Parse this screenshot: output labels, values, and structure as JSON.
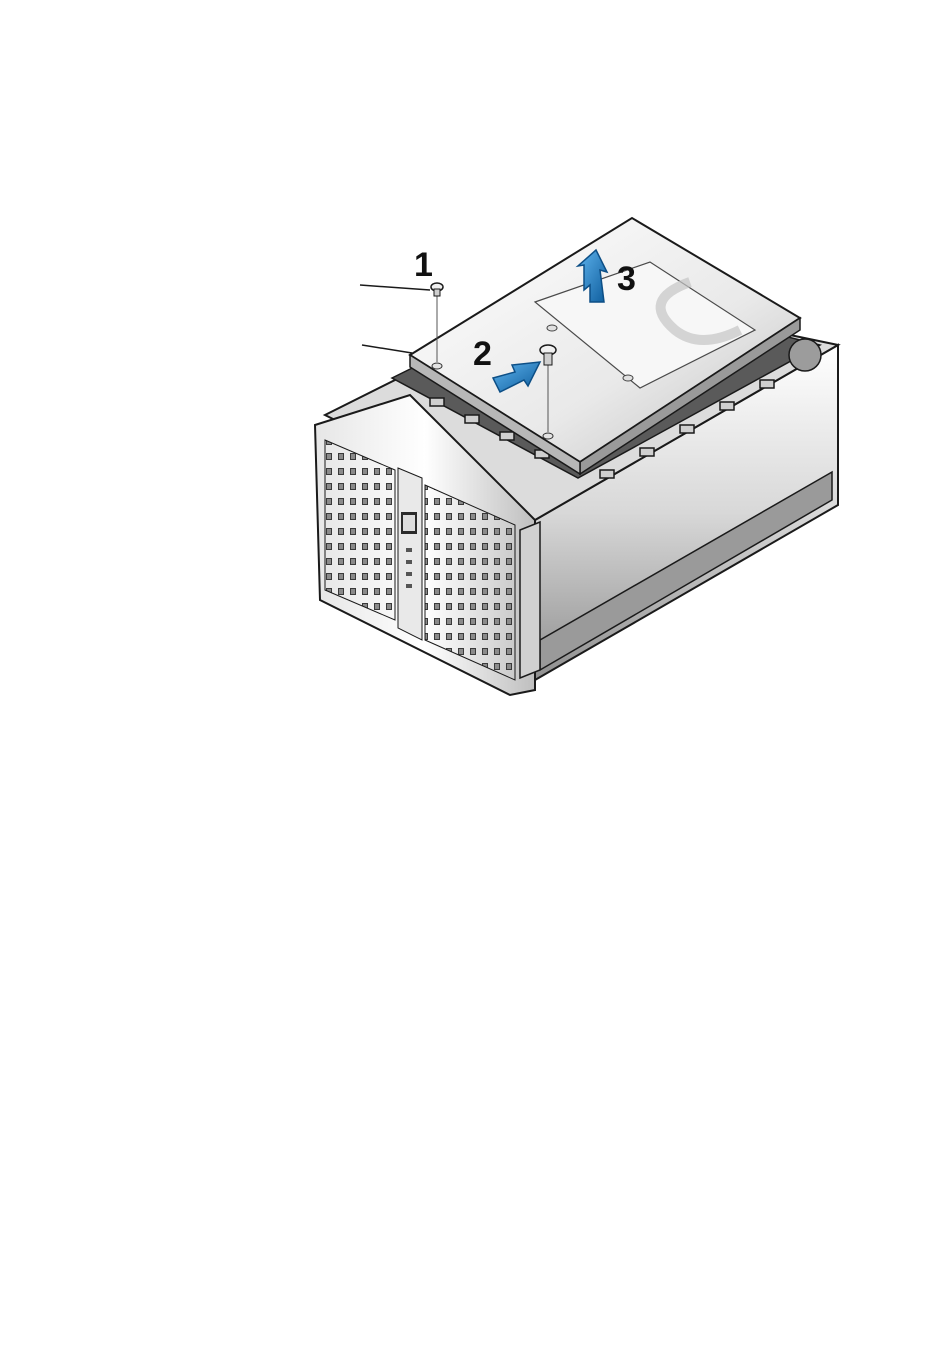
{
  "steps": [
    {
      "number": "1"
    },
    {
      "number": "2"
    },
    {
      "number": "3"
    }
  ],
  "colors": {
    "arrow": "#1f7fc6",
    "arrow_dark": "#0d4f86",
    "outline": "#1a1a1a",
    "metal_light": "#f4f4f4",
    "metal_mid": "#c9c9c9",
    "metal_dark": "#6f6f6f"
  },
  "icons": [
    "screw-icon",
    "lift-arrow-icon",
    "slide-arrow-icon",
    "dell-logo-icon"
  ]
}
